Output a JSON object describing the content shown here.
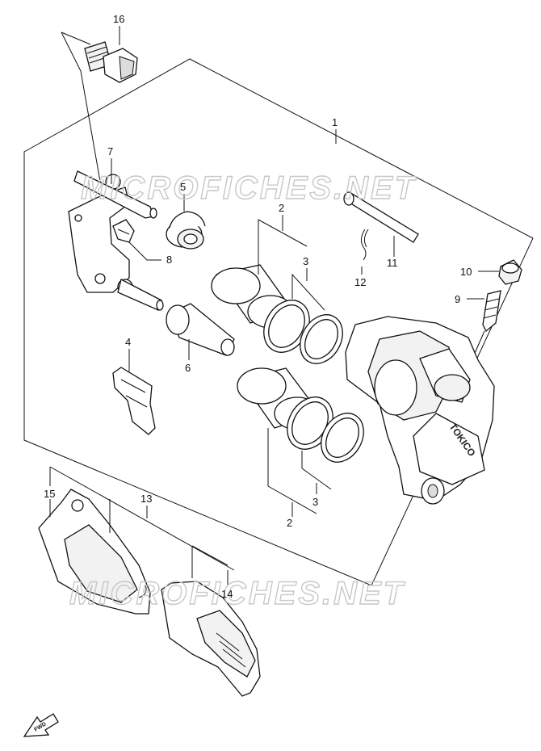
{
  "diagram": {
    "watermarks": [
      "MICROFICHES.NET",
      "MICROFICHES.NET"
    ],
    "caliper_brand": "TOKICO",
    "fwd_label": "FWD",
    "callouts": [
      {
        "id": "c16",
        "text": "16"
      },
      {
        "id": "c1",
        "text": "1"
      },
      {
        "id": "c7",
        "text": "7"
      },
      {
        "id": "c5",
        "text": "5"
      },
      {
        "id": "c2a",
        "text": "2"
      },
      {
        "id": "c3a",
        "text": "3"
      },
      {
        "id": "c8",
        "text": "8"
      },
      {
        "id": "c11",
        "text": "11"
      },
      {
        "id": "c12",
        "text": "12"
      },
      {
        "id": "c10",
        "text": "10"
      },
      {
        "id": "c9",
        "text": "9"
      },
      {
        "id": "c4",
        "text": "4"
      },
      {
        "id": "c6",
        "text": "6"
      },
      {
        "id": "c3b",
        "text": "3"
      },
      {
        "id": "c2b",
        "text": "2"
      },
      {
        "id": "c15",
        "text": "15"
      },
      {
        "id": "c13",
        "text": "13"
      },
      {
        "id": "c14",
        "text": "14"
      }
    ]
  }
}
